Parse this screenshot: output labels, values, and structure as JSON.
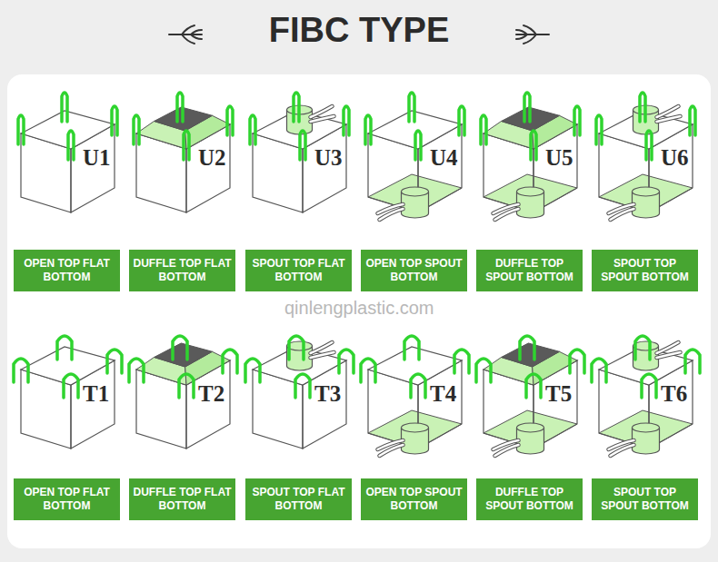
{
  "diagram": {
    "title": "FIBC TYPE",
    "nodes": [
      {
        "text": [
          "OPEN TOP FLAT BOTTOM"
        ]
      },
      {
        "text": [
          "DUFFLE TOP FLAT BOTTOM"
        ]
      },
      {
        "text": [
          "SPOUT TOP FLAT BOTTOM"
        ]
      },
      {
        "text": [
          "OPEN TOP SPOUT BOTTOM"
        ]
      },
      {
        "text": [
          "DUFFLE TOP SPOUT BOTTOM"
        ]
      },
      {
        "text": [
          "SPOUT TOP SPOUT BOTTOM"
        ]
      },
      {
        "text": [
          "OPEN TOP FLAT BOTTOM"
        ]
      },
      {
        "text": [
          "DUFFLE TOP FLAT BOTTOM"
        ]
      },
      {
        "text": [
          "SPOUT TOP FLAT BOTTOM"
        ]
      },
      {
        "text": [
          "OPEN TOP SPOUT BOTTOM"
        ]
      },
      {
        "text": [
          "DUFFLE TOP SPOUT BOTTOM"
        ]
      },
      {
        "text": [
          "SPOUT TOP SPOUT BOTTOM"
        ]
      }
    ],
    "labels": [
      "U1",
      "U2",
      "U3",
      "U4",
      "U5",
      "U6",
      "T1",
      "T2",
      "T3",
      "T4",
      "T5",
      "T6",
      "qinlengplastic.com"
    ]
  }
}
